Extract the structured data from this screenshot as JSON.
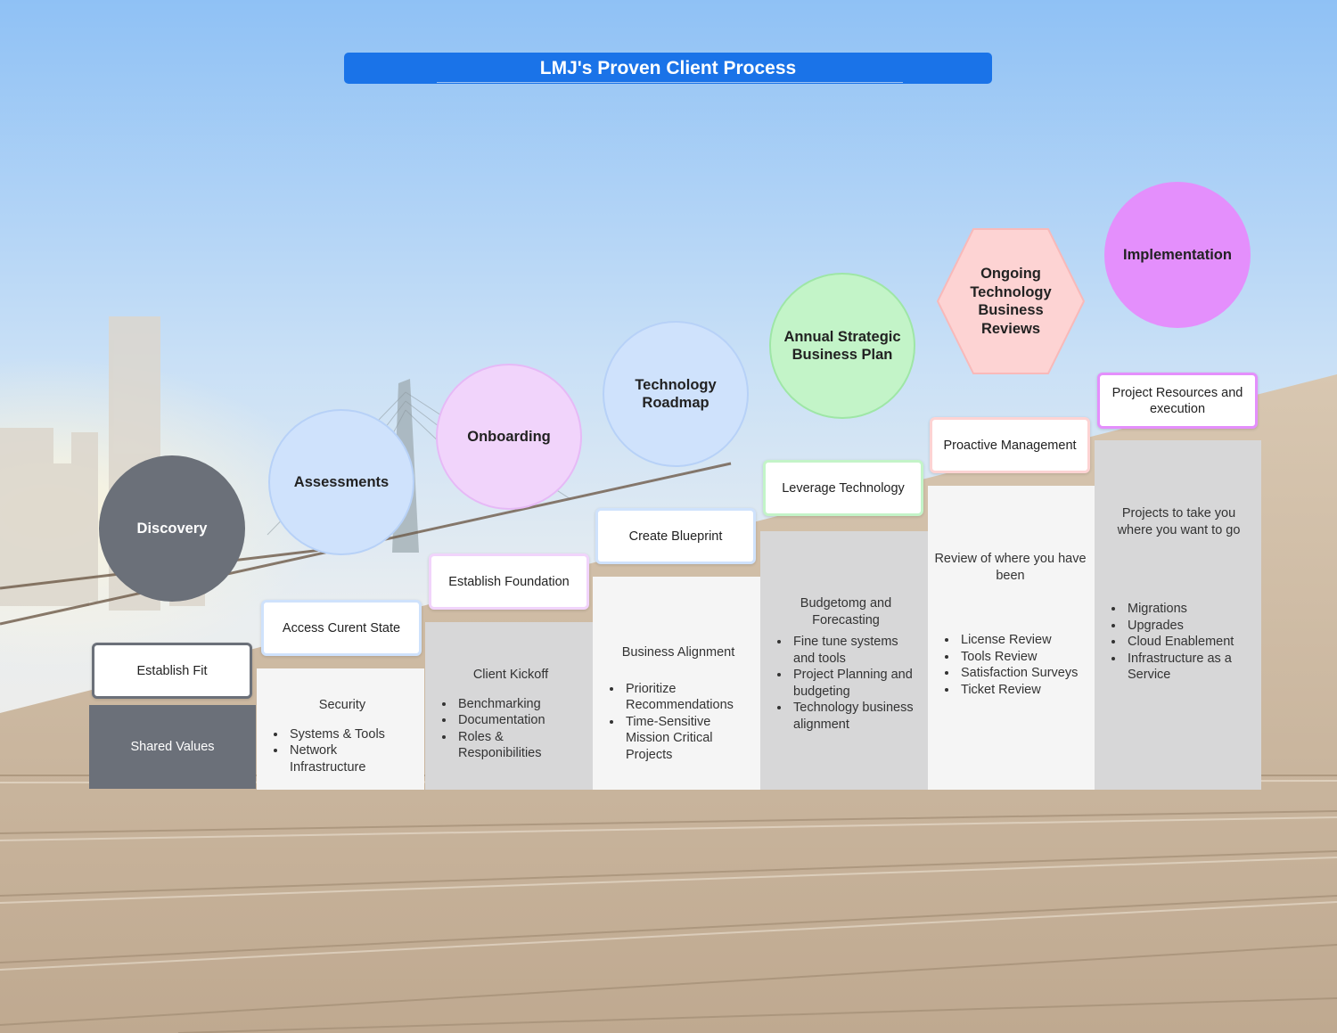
{
  "title": "LMJ's Proven Client Process",
  "colors": {
    "title_bg": "#1a73e8",
    "discovery": "#6b7079",
    "assessments": "#cfe2fc",
    "onboarding": "#f1d4fb",
    "technology_roadmap": "#cfe2fc",
    "annual_plan": "#c3f4c8",
    "ongoing_reviews": "#fdd3d3",
    "implementation": "#e48ffc",
    "panel_light": "#f5f5f5",
    "panel_grey": "#d7d7d8"
  },
  "steps": [
    {
      "id": "discovery",
      "stage": "Discovery",
      "label": "Establish Fit",
      "intro": "Shared Values",
      "bullets": []
    },
    {
      "id": "assessments",
      "stage": "Assessments",
      "label": "Access Curent State",
      "intro": "Security",
      "bullets": [
        "Systems & Tools",
        "Network Infrastructure"
      ]
    },
    {
      "id": "onboarding",
      "stage": "Onboarding",
      "label": "Establish Foundation",
      "intro": "Client Kickoff",
      "bullets": [
        "Benchmarking",
        "Documentation",
        "Roles & Responibilities"
      ]
    },
    {
      "id": "technology-roadmap",
      "stage": "Technology Roadmap",
      "label": "Create Blueprint",
      "intro": "Business Alignment",
      "bullets": [
        "Prioritize Recommendations",
        "Time-Sensitive Mission Critical Projects"
      ]
    },
    {
      "id": "annual-strategic-business-plan",
      "stage": "Annual Strategic Business Plan",
      "label": "Leverage Technology",
      "intro": "Budgetomg and Forecasting",
      "bullets": [
        "Fine tune systems and tools",
        "Project Planning and budgeting",
        "Technology business alignment"
      ]
    },
    {
      "id": "ongoing-reviews",
      "stage": "Ongoing Technology Business Reviews",
      "label": "Proactive Management",
      "intro": "Review of where you have been",
      "bullets": [
        "License Review",
        "Tools Review",
        "Satisfaction Surveys",
        "Ticket Review"
      ]
    },
    {
      "id": "implementation",
      "stage": "Implementation",
      "label": "Project Resources and execution",
      "intro": "Projects to take you where you want to go",
      "bullets": [
        "Migrations",
        "Upgrades",
        "Cloud Enablement",
        "Infrastructure as a Service"
      ]
    }
  ]
}
